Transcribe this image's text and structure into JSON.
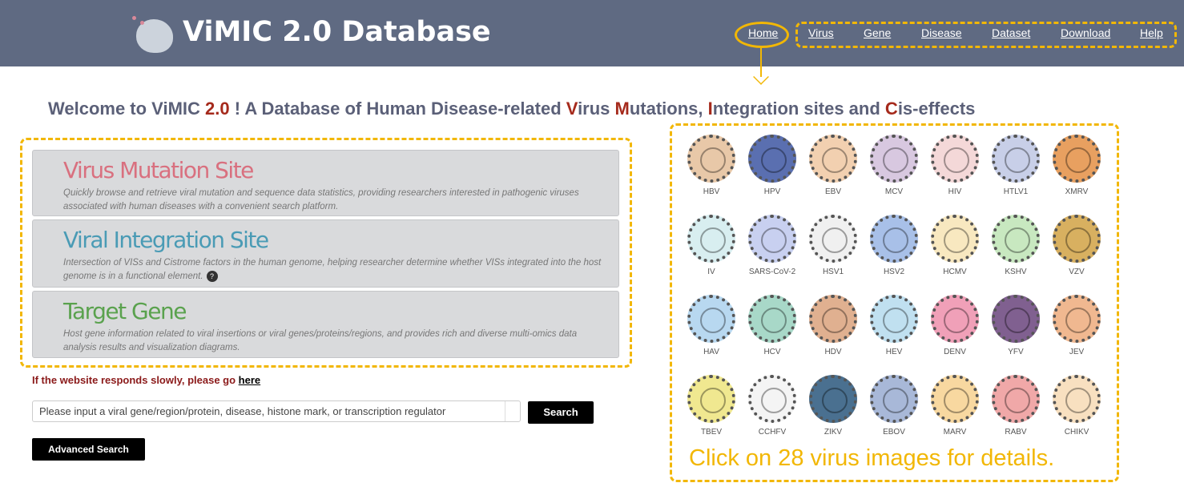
{
  "header": {
    "brand": "ViMIC 2.0 Database",
    "nav": [
      "Home",
      "Virus",
      "Gene",
      "Disease",
      "Dataset",
      "Download",
      "Help"
    ]
  },
  "welcome": {
    "p1": "Welcome to ViMIC ",
    "ver": "2.0",
    "p2": " ! A Database of Human Disease-related ",
    "V": "V",
    "p3": "irus ",
    "M": "M",
    "p4": "utations, ",
    "I": "I",
    "p5": "ntegration sites and ",
    "C": "C",
    "p6": "is-effects"
  },
  "cards": [
    {
      "title": "Virus Mutation Site",
      "desc": "Quickly browse and retrieve viral mutation and sequence data statistics, providing researchers interested in pathogenic viruses associated with human diseases with a convenient search platform.",
      "color": "#d9707f"
    },
    {
      "title": "Viral Integration Site",
      "desc": "Intersection of VISs and Cistrome factors in the human genome, helping researcher determine whether VISs integrated into the host genome is in a functional element.",
      "color": "#4a9bb5",
      "help": "?"
    },
    {
      "title": "Target Gene",
      "desc": "Host gene information related to viral insertions or viral genes/proteins/regions, and provides rich and diverse multi-omics data analysis results and visualization diagrams.",
      "color": "#5aa24e"
    }
  ],
  "notice": {
    "text": "If the website responds slowly, please go ",
    "link": "here"
  },
  "search": {
    "placeholder": "Please input a viral gene/region/protein, disease, histone mark, or transcription regulator",
    "button": "Search",
    "advanced": "Advanced Search"
  },
  "viruses": [
    {
      "name": "HBV",
      "color": "#e8c8a8"
    },
    {
      "name": "HPV",
      "color": "#5a6fb0"
    },
    {
      "name": "EBV",
      "color": "#f2d0b0"
    },
    {
      "name": "MCV",
      "color": "#d8c8e0"
    },
    {
      "name": "HIV",
      "color": "#f4d8d8"
    },
    {
      "name": "HTLV1",
      "color": "#c8cfe8"
    },
    {
      "name": "XMRV",
      "color": "#e8a060"
    },
    {
      "name": "IV",
      "color": "#d8eef0"
    },
    {
      "name": "SARS-CoV-2",
      "color": "#c8d0f0"
    },
    {
      "name": "HSV1",
      "color": "#f0f0f0"
    },
    {
      "name": "HSV2",
      "color": "#a8c0e8"
    },
    {
      "name": "HCMV",
      "color": "#f8e8c0"
    },
    {
      "name": "KSHV",
      "color": "#c8e8c0"
    },
    {
      "name": "VZV",
      "color": "#d8b060"
    },
    {
      "name": "HAV",
      "color": "#b8d8f0"
    },
    {
      "name": "HCV",
      "color": "#a8d8c8"
    },
    {
      "name": "HDV",
      "color": "#e0b090"
    },
    {
      "name": "HEV",
      "color": "#c0e0f0"
    },
    {
      "name": "DENV",
      "color": "#f0a0b8"
    },
    {
      "name": "YFV",
      "color": "#806090"
    },
    {
      "name": "JEV",
      "color": "#f0b890"
    },
    {
      "name": "TBEV",
      "color": "#f0e890"
    },
    {
      "name": "CCHFV",
      "color": "#f4f4f4"
    },
    {
      "name": "ZIKV",
      "color": "#4a7090"
    },
    {
      "name": "EBOV",
      "color": "#a8b8d8"
    },
    {
      "name": "MARV",
      "color": "#f8d8a0"
    },
    {
      "name": "RABV",
      "color": "#f0a8a8"
    },
    {
      "name": "CHIKV",
      "color": "#f8e0c0"
    }
  ],
  "caption": "Click on 28 virus images for details.",
  "accent": "#f2b705"
}
